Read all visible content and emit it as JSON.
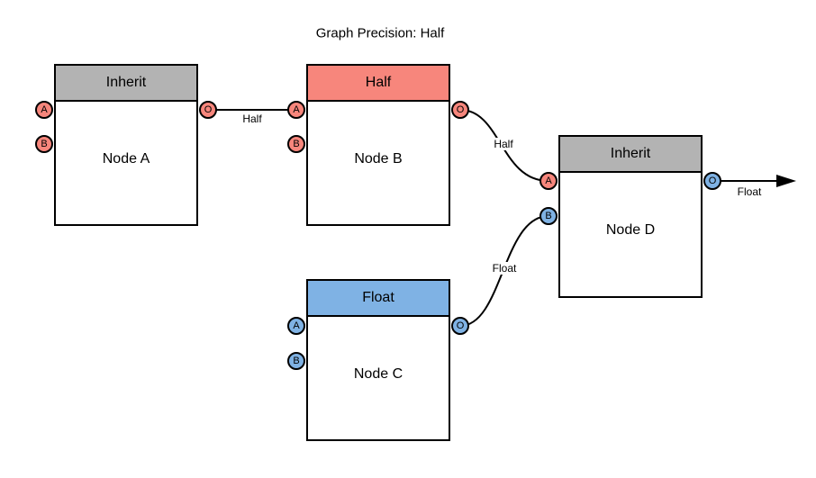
{
  "title": "Graph Precision: Half",
  "colors": {
    "background": "#FFFFFF",
    "stroke": "#000000",
    "inherit_header_gray": "#B3B3B3",
    "half_salmon": "#F7867C",
    "float_blue": "#7FB2E4"
  },
  "nodes": [
    {
      "name": "Node A",
      "header": "Inherit",
      "header_color": "#B3B3B3",
      "ports": [
        {
          "label": "A",
          "color": "#F7867C"
        },
        {
          "label": "B",
          "color": "#F7867C"
        },
        {
          "label": "O",
          "color": "#F7867C"
        }
      ]
    },
    {
      "name": "Node B",
      "header": "Half",
      "header_color": "#F7867C",
      "ports": [
        {
          "label": "A",
          "color": "#F7867C"
        },
        {
          "label": "B",
          "color": "#F7867C"
        },
        {
          "label": "O",
          "color": "#F7867C"
        }
      ]
    },
    {
      "name": "Node C",
      "header": "Float",
      "header_color": "#7FB2E4",
      "ports": [
        {
          "label": "A",
          "color": "#7FB2E4"
        },
        {
          "label": "B",
          "color": "#7FB2E4"
        },
        {
          "label": "O",
          "color": "#7FB2E4"
        }
      ]
    },
    {
      "name": "Node D",
      "header": "Inherit",
      "header_color": "#B3B3B3",
      "ports": [
        {
          "label": "A",
          "color": "#F7867C"
        },
        {
          "label": "B",
          "color": "#7FB2E4"
        },
        {
          "label": "O",
          "color": "#7FB2E4"
        }
      ]
    }
  ],
  "edges": [
    {
      "from": "Node A.O",
      "to": "Node B.A",
      "label": "Half"
    },
    {
      "from": "Node B.O",
      "to": "Node D.A",
      "label": "Half"
    },
    {
      "from": "Node C.O",
      "to": "Node D.B",
      "label": "Float"
    },
    {
      "from": "Node D.O",
      "to": "output",
      "label": "Float"
    }
  ]
}
